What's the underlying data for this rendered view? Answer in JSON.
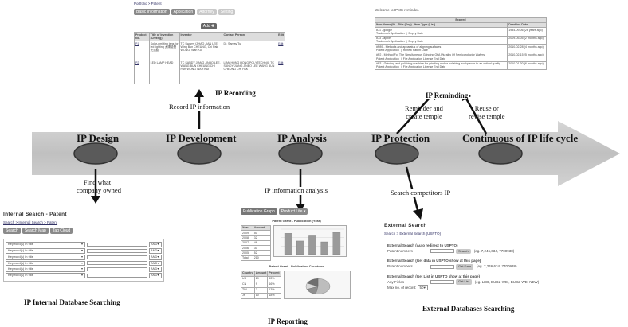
{
  "stages": [
    "IP Design",
    "IP Development",
    "IP Analysis",
    "IP Protection",
    "Continuous  of IP life cycle"
  ],
  "notes": {
    "record": "Record IP information",
    "find": "Find what\ncompany owned",
    "analysis": "IP information analysis",
    "reminder": "Reminder and\ncreate temple",
    "reuse": "Reuse or\nrevise temple",
    "search_comp": "Search competitors IP"
  },
  "captions": {
    "recording": "IP Recording",
    "reminding": "IP Reminding",
    "internal": "IP Internal Database Searching",
    "reporting": "IP Reporting",
    "external": "External Databases Searching"
  },
  "recording_panel": {
    "breadcrumb": "Portfolio > Patent",
    "buttons": [
      "Basic Information",
      "Application",
      "Attorney",
      "Setting"
    ],
    "add_label": "Add",
    "headers": [
      "Product No.",
      "Title of Invention (Ch/Eng)",
      "Inventor",
      "Contact Person",
      "Edit"
    ],
    "rows": [
      [
        "P1",
        "Solar-emitting lens for led lighting 太陽能發光透鏡",
        "TC Swamy (ZHAO JIAN LEE, Wing Bun CHEUNG, Chi Pak WONG, Wah Kui",
        "Dr. Samay Tu",
        "Edit"
      ],
      [
        "P2",
        "LED LAMP HEAD",
        "TC SANDY JIANG JINBO LEE, WANG BUN CHEUNG CHI PAK WONG WAH KUI",
        "LIAN HONG HONG POLYTECHNIC TC SANDY JIANG JINBO LEE WANG BUN CHEUNG CHI PAK",
        "Edit"
      ]
    ]
  },
  "reminding_panel": {
    "welcome": "Welcome to IPMS reminder.",
    "section": "Expired",
    "headers": [
      "Item Name (ID - Title (Eng) - Item Type (List)",
      "Deadline Date"
    ],
    "rows": [
      [
        "#71 - google\nTrademark Application  |  Expiry Date",
        "1984-09-06 (26 years ago)"
      ],
      [
        "#73 - apple\nTrademark Application  |  Expiry Date",
        "2009-05-05 (2 months ago)"
      ],
      [
        "#P89 - Methods and apparatus of aligning surfaces\nPatent Application  |  Renew Patent Date",
        "2010-02-28 (4 months ago)"
      ],
      [
        "#P2 - Method For The Simultaneous Grinding Of A Plurality Of Semiconductor Wafers\nPatent Application  |  File Application License End Date",
        "2010-02-15 (5 months ago)"
      ],
      [
        "#P3 - Grinding and polishing machine for grinding and/or polishing workpieces to an optical quality\nPatent Application  |  File Application License End Date",
        "2010-01-30 (6 months ago)"
      ]
    ]
  },
  "internal_panel": {
    "title": "Internal Search - Patent",
    "breadcrumb": "Search > Internal Search > Patent",
    "buttons": [
      "Search",
      "Search Map",
      "Tag Cloud"
    ],
    "field_label": "Keyword(s) in title",
    "op_label": "AND",
    "row_count": 6
  },
  "reporting_panel": {
    "buttons": [
      "Publication Graph",
      "Product Life"
    ],
    "chart1_title": "Patent Grant - Publication (Year)",
    "chart2_title": "Patent Grant - Publication Countries",
    "table1_headers": [
      "Year",
      "Amount"
    ],
    "table1_rows": [
      [
        "2009",
        "50"
      ],
      [
        "2008",
        "32"
      ],
      [
        "2007",
        "46"
      ],
      [
        "2006",
        "30"
      ],
      [
        "2005",
        "52"
      ],
      [
        "Total",
        "210"
      ]
    ],
    "table2_headers": [
      "Country",
      "Amount",
      "Percent"
    ],
    "table2_rows": [
      [
        "US",
        "29",
        "53%"
      ],
      [
        "CN",
        "9",
        "16%"
      ],
      [
        "TW",
        "7",
        "13%"
      ],
      [
        "JP",
        "10",
        "18%"
      ]
    ],
    "bar_values": [
      50,
      32,
      46,
      30,
      52
    ],
    "pie_values": [
      53,
      16,
      13,
      18
    ]
  },
  "external_panel": {
    "title": "External Search",
    "breadcrumb": "Search > External Search (USPTO)",
    "blocks": [
      {
        "title": "External Search (Auto redirect to USPTO)",
        "label": "Patent numbers",
        "button": "Search",
        "hint": "(eg. 7,246,634, 7700938)"
      },
      {
        "title": "External Search (Get data in USPTO show at this page)",
        "label": "Patent numbers",
        "button": "Get Data",
        "hint": "(eg. 7,246,634, 7700938)"
      },
      {
        "title": "External Search (Get List in USPTO show at this page)",
        "label": "Any Fields",
        "button": "Get List",
        "hint": "(eg. LED, BUDZ-WEI, BUDZ-WEI NEW)"
      }
    ],
    "max_records_label": "Max no. of record:",
    "max_records_value": "50"
  }
}
